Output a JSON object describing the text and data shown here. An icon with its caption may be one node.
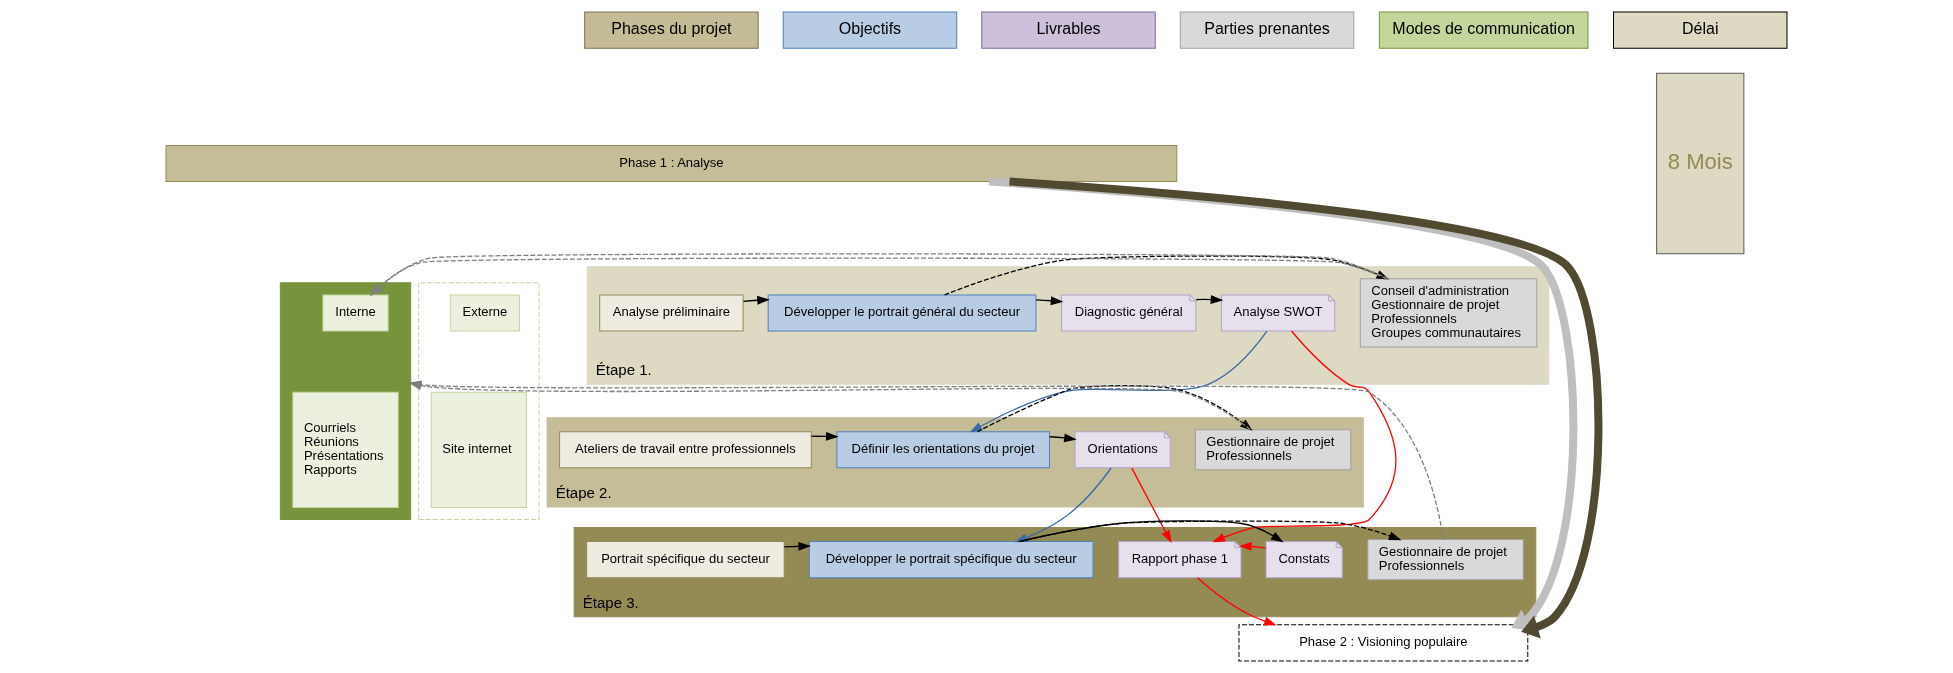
{
  "diagram": {
    "nodes": [
      {
        "text": [
          "Phases du projet"
        ]
      },
      {
        "text": [
          "Objectifs"
        ]
      },
      {
        "text": [
          "Livrables"
        ]
      },
      {
        "text": [
          "Parties prenantes"
        ]
      },
      {
        "text": [
          "Modes de communication"
        ]
      },
      {
        "text": [
          "Délai"
        ]
      },
      {
        "text": [
          "Phase 1 : Analyse"
        ]
      },
      {
        "text": [
          "Étape 1."
        ]
      },
      {
        "text": [
          "Analyse préliminaire"
        ],
        "in": 7
      },
      {
        "text": [
          "Développer le portrait général du secteur"
        ],
        "in": 7
      },
      {
        "text": [
          "Diagnostic général"
        ],
        "in": 7
      },
      {
        "text": [
          "Analyse SWOT"
        ],
        "in": 7
      },
      {
        "text": [
          "Conseil d'administration",
          "Gestionnaire de projet",
          "Professionnels",
          "Groupes communautaires"
        ],
        "in": 7
      },
      {
        "text": [
          "Étape 2."
        ]
      },
      {
        "text": [
          "Ateliers de travail entre professionnels"
        ],
        "in": 13
      },
      {
        "text": [
          "Définir les orientations du projet"
        ],
        "in": 13
      },
      {
        "text": [
          "Orientations"
        ],
        "in": 13
      },
      {
        "text": [
          "Gestionnaire de projet",
          "Professionnels"
        ],
        "in": 13
      },
      {
        "text": [
          "Étape 3."
        ]
      },
      {
        "text": [
          "Portrait spécifique du secteur"
        ],
        "in": 18
      },
      {
        "text": [
          "Développer le portrait spécifique du secteur"
        ],
        "in": 18
      },
      {
        "text": [
          "Rapport phase 1"
        ],
        "in": 18
      },
      {
        "text": [
          "Constats"
        ],
        "in": 18
      },
      {
        "text": [
          "Gestionnaire de projet",
          "Professionnels"
        ],
        "in": 18
      },
      {
        "text": [],
        "shape": "box"
      },
      {
        "text": [
          "Interne"
        ],
        "in": 24
      },
      {
        "text": [
          "Courriels",
          "Réunions",
          "Présentations",
          "Rapports"
        ],
        "in": 24
      },
      {
        "text": [],
        "shape": "box"
      },
      {
        "text": [
          "Externe"
        ],
        "in": 27
      },
      {
        "text": [
          "Site internet"
        ],
        "in": 27
      },
      {
        "text": [
          "8 Mois"
        ]
      },
      {
        "text": [
          "Phase 2 : Visioning populaire"
        ]
      }
    ],
    "edges": [
      {
        "from": 8,
        "to": 9,
        "arrow": "to"
      },
      {
        "from": 9,
        "to": 10,
        "arrow": "to"
      },
      {
        "from": 10,
        "to": 11,
        "arrow": "to"
      },
      {
        "from": 9,
        "to": 12,
        "arrow": "to",
        "style": "dashed"
      },
      {
        "from": 11,
        "to": 15,
        "arrow": "to",
        "color": "#3a6aa8"
      },
      {
        "from": 11,
        "to": 21,
        "arrow": "to",
        "color": "#ff0000"
      },
      {
        "from": 14,
        "to": 15,
        "arrow": "to"
      },
      {
        "from": 15,
        "to": 16,
        "arrow": "to"
      },
      {
        "from": 15,
        "to": 17,
        "arrow": "to",
        "style": "dashed"
      },
      {
        "from": 16,
        "to": 20,
        "arrow": "to",
        "color": "#3a6aa8"
      },
      {
        "from": 16,
        "to": 21,
        "arrow": "to",
        "color": "#ff0000"
      },
      {
        "from": 19,
        "to": 20,
        "arrow": "to"
      },
      {
        "from": 20,
        "to": 22,
        "arrow": "to"
      },
      {
        "from": 20,
        "to": 23,
        "arrow": "to",
        "style": "dashed"
      },
      {
        "from": 22,
        "to": 21,
        "arrow": "to",
        "color": "#ff0000"
      },
      {
        "from": 21,
        "to": 31,
        "arrow": "to",
        "color": "#ff0000"
      },
      {
        "from": 12,
        "to": 24,
        "arrow": "to",
        "style": "dashed",
        "color": "#7f7f7f"
      },
      {
        "from": 17,
        "to": 24,
        "arrow": "to",
        "style": "dashed",
        "color": "#7f7f7f"
      },
      {
        "from": 23,
        "to": 24,
        "arrow": "to",
        "style": "dashed",
        "color": "#7f7f7f"
      },
      {
        "from": 6,
        "to": 31,
        "arrow": "to",
        "style": "thick",
        "color": "#bfbfbf"
      },
      {
        "from": 6,
        "to": 31,
        "arrow": "to",
        "style": "thick",
        "color": "#4f4a30"
      }
    ]
  }
}
